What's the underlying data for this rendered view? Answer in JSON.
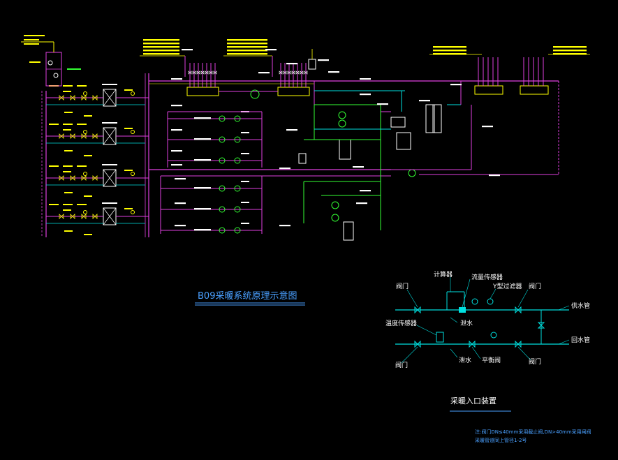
{
  "title_main": "B09采暖系统原理示意图",
  "title_entry": "采暖入口装置",
  "note_line1": "注:阀门DN≤40mm采用截止阀,DN>40mm采用闸阀",
  "note_line2": "采暖管道同上管径1-2号",
  "entry_labels": {
    "calculator": "计算器",
    "flow_sensor": "流量传感器",
    "valve_top_left": "阀门",
    "valve_top_right": "阀门",
    "y_filter": "Y型过滤器",
    "supply_pipe": "供水管",
    "return_pipe": "回水管",
    "temp_sensor": "温度传感器",
    "drain_top": "泄水",
    "drain_bottom": "泄水",
    "balance_valve": "平衡阀",
    "valve_bottom_left": "阀门",
    "valve_bottom_right": "阀门"
  },
  "colors": {
    "background": "#000000",
    "supply": "#e040e0",
    "return": "#00e0e0",
    "equipment": "#ffffff",
    "labels": "#ffff00",
    "green": "#33ff33",
    "blue_title": "#4aa0ff"
  }
}
